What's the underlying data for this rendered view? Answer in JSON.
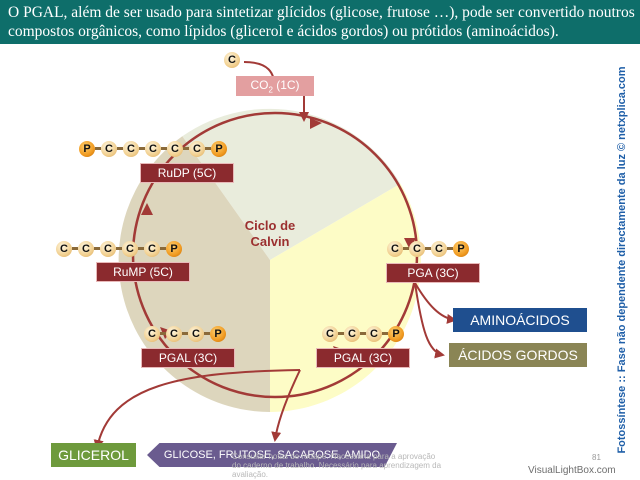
{
  "header": {
    "text": "O PGAL, além de ser usado para sintetizar glícidos (glicose, frutose …), pode ser convertido noutros compostos orgânicos, como lípidos (glicerol e ácidos gordos) ou prótidos (aminoácidos)."
  },
  "diagram": {
    "center_label": "Ciclo de Calvin",
    "co2_label": "CO2 (1C)",
    "input_atom": "C",
    "molecules": [
      {
        "name": "RuDP (5C)",
        "atoms": [
          "P",
          "C",
          "C",
          "C",
          "C",
          "C",
          "P"
        ]
      },
      {
        "name": "RuMP (5C)",
        "atoms": [
          "C",
          "C",
          "C",
          "C",
          "C",
          "P"
        ]
      },
      {
        "name": "PGAL (3C)",
        "atoms": [
          "C",
          "C",
          "C",
          "P"
        ]
      },
      {
        "name": "PGAL (3C)",
        "atoms": [
          "C",
          "C",
          "C",
          "P"
        ]
      },
      {
        "name": "PGA (3C)",
        "atoms": [
          "C",
          "C",
          "C",
          "P"
        ]
      }
    ],
    "products": [
      {
        "label": "AMINOÁCIDOS",
        "color": "#1f4f8f"
      },
      {
        "label": "ÁCIDOS GORDOS",
        "color": "#8a8555"
      },
      {
        "label": "GLICEROL",
        "color": "#6e9a3c"
      },
      {
        "label": "GLICOSE, FRUTOSE, SACAROSE, AMIDO",
        "color": "#6a5b8f"
      }
    ],
    "colors": {
      "arrow": "#a23a37",
      "sector_light": "#e9ecdc",
      "sector_yellow": "#fdfcc6",
      "sector_tan": "#ddd6bd"
    }
  },
  "side_text": "Fotossíntese :: Fase não dependente directamente da luz © netxplica.com",
  "footnote": "Consultar notas de rodapé. Necessária para a aprovação do caderno de trabalho. Necessário para aprendizagem da avaliação.",
  "page_number": "81",
  "watermark": "VisualLightBox.com"
}
